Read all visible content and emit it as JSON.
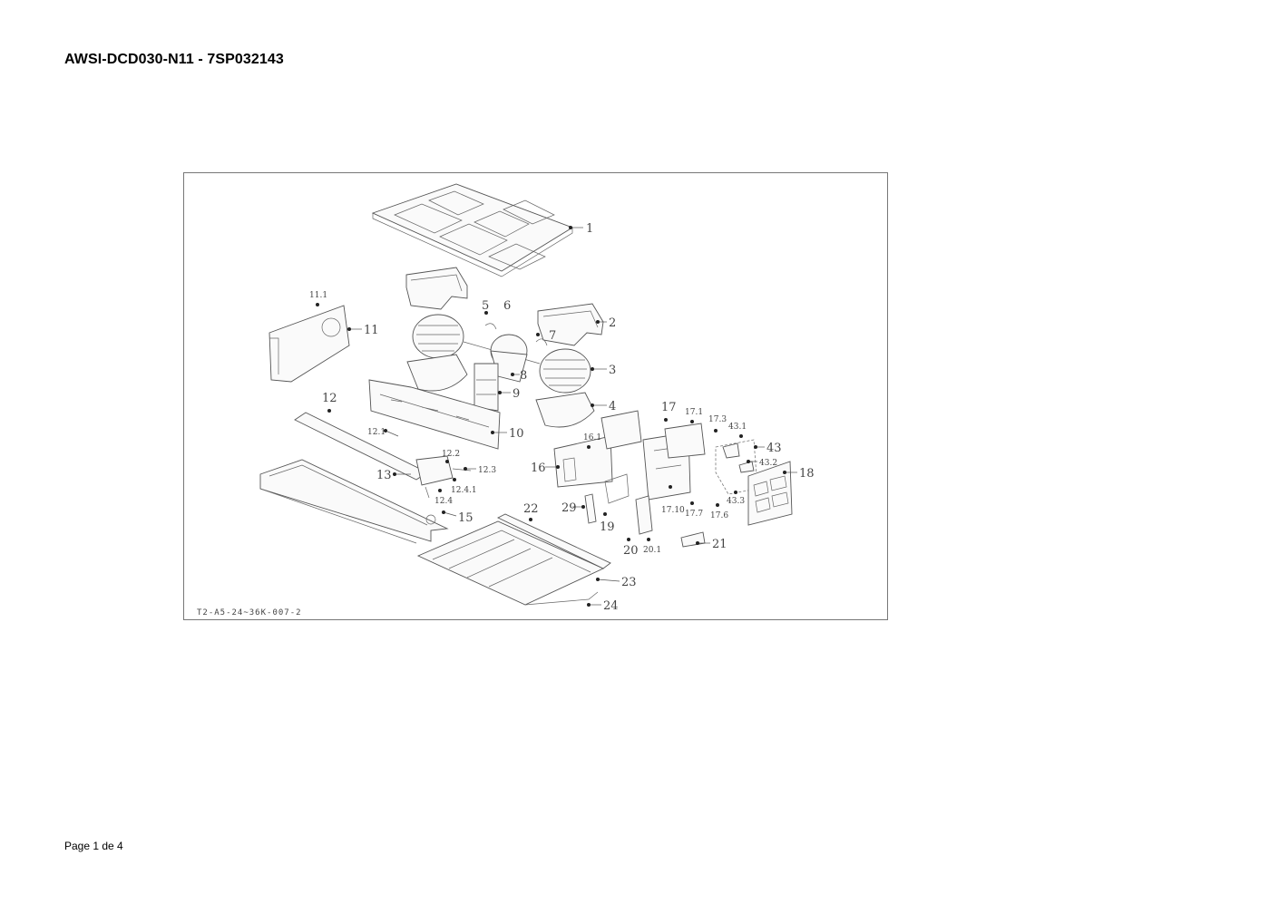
{
  "document": {
    "title": "AWSI-DCD030-N11 - 7SP032143",
    "footer": "Page 1 de 4"
  },
  "diagram": {
    "drawing_code": "T2-A5-24~36K-007-2",
    "callouts": {
      "c1": "1",
      "c2": "2",
      "c3": "3",
      "c4": "4",
      "c5": "5",
      "c6": "6",
      "c7": "7",
      "c8": "8",
      "c9": "9",
      "c10": "10",
      "c11": "11",
      "c11_1": "11.1",
      "c12": "12",
      "c12_1": "12.1",
      "c12_2": "12.2",
      "c12_3": "12.3",
      "c12_4": "12.4",
      "c12_4_1": "12.4.1",
      "c13": "13",
      "c15": "15",
      "c16": "16",
      "c16_1": "16.1",
      "c17": "17",
      "c17_1": "17.1",
      "c17_3": "17.3",
      "c17_6": "17.6",
      "c17_7": "17.7",
      "c17_10": "17.10",
      "c18": "18",
      "c19": "19",
      "c20": "20",
      "c20_1": "20.1",
      "c21": "21",
      "c22": "22",
      "c23": "23",
      "c24": "24",
      "c29": "29",
      "c43": "43",
      "c43_1": "43.1",
      "c43_2": "43.2",
      "c43_3": "43.3"
    }
  }
}
